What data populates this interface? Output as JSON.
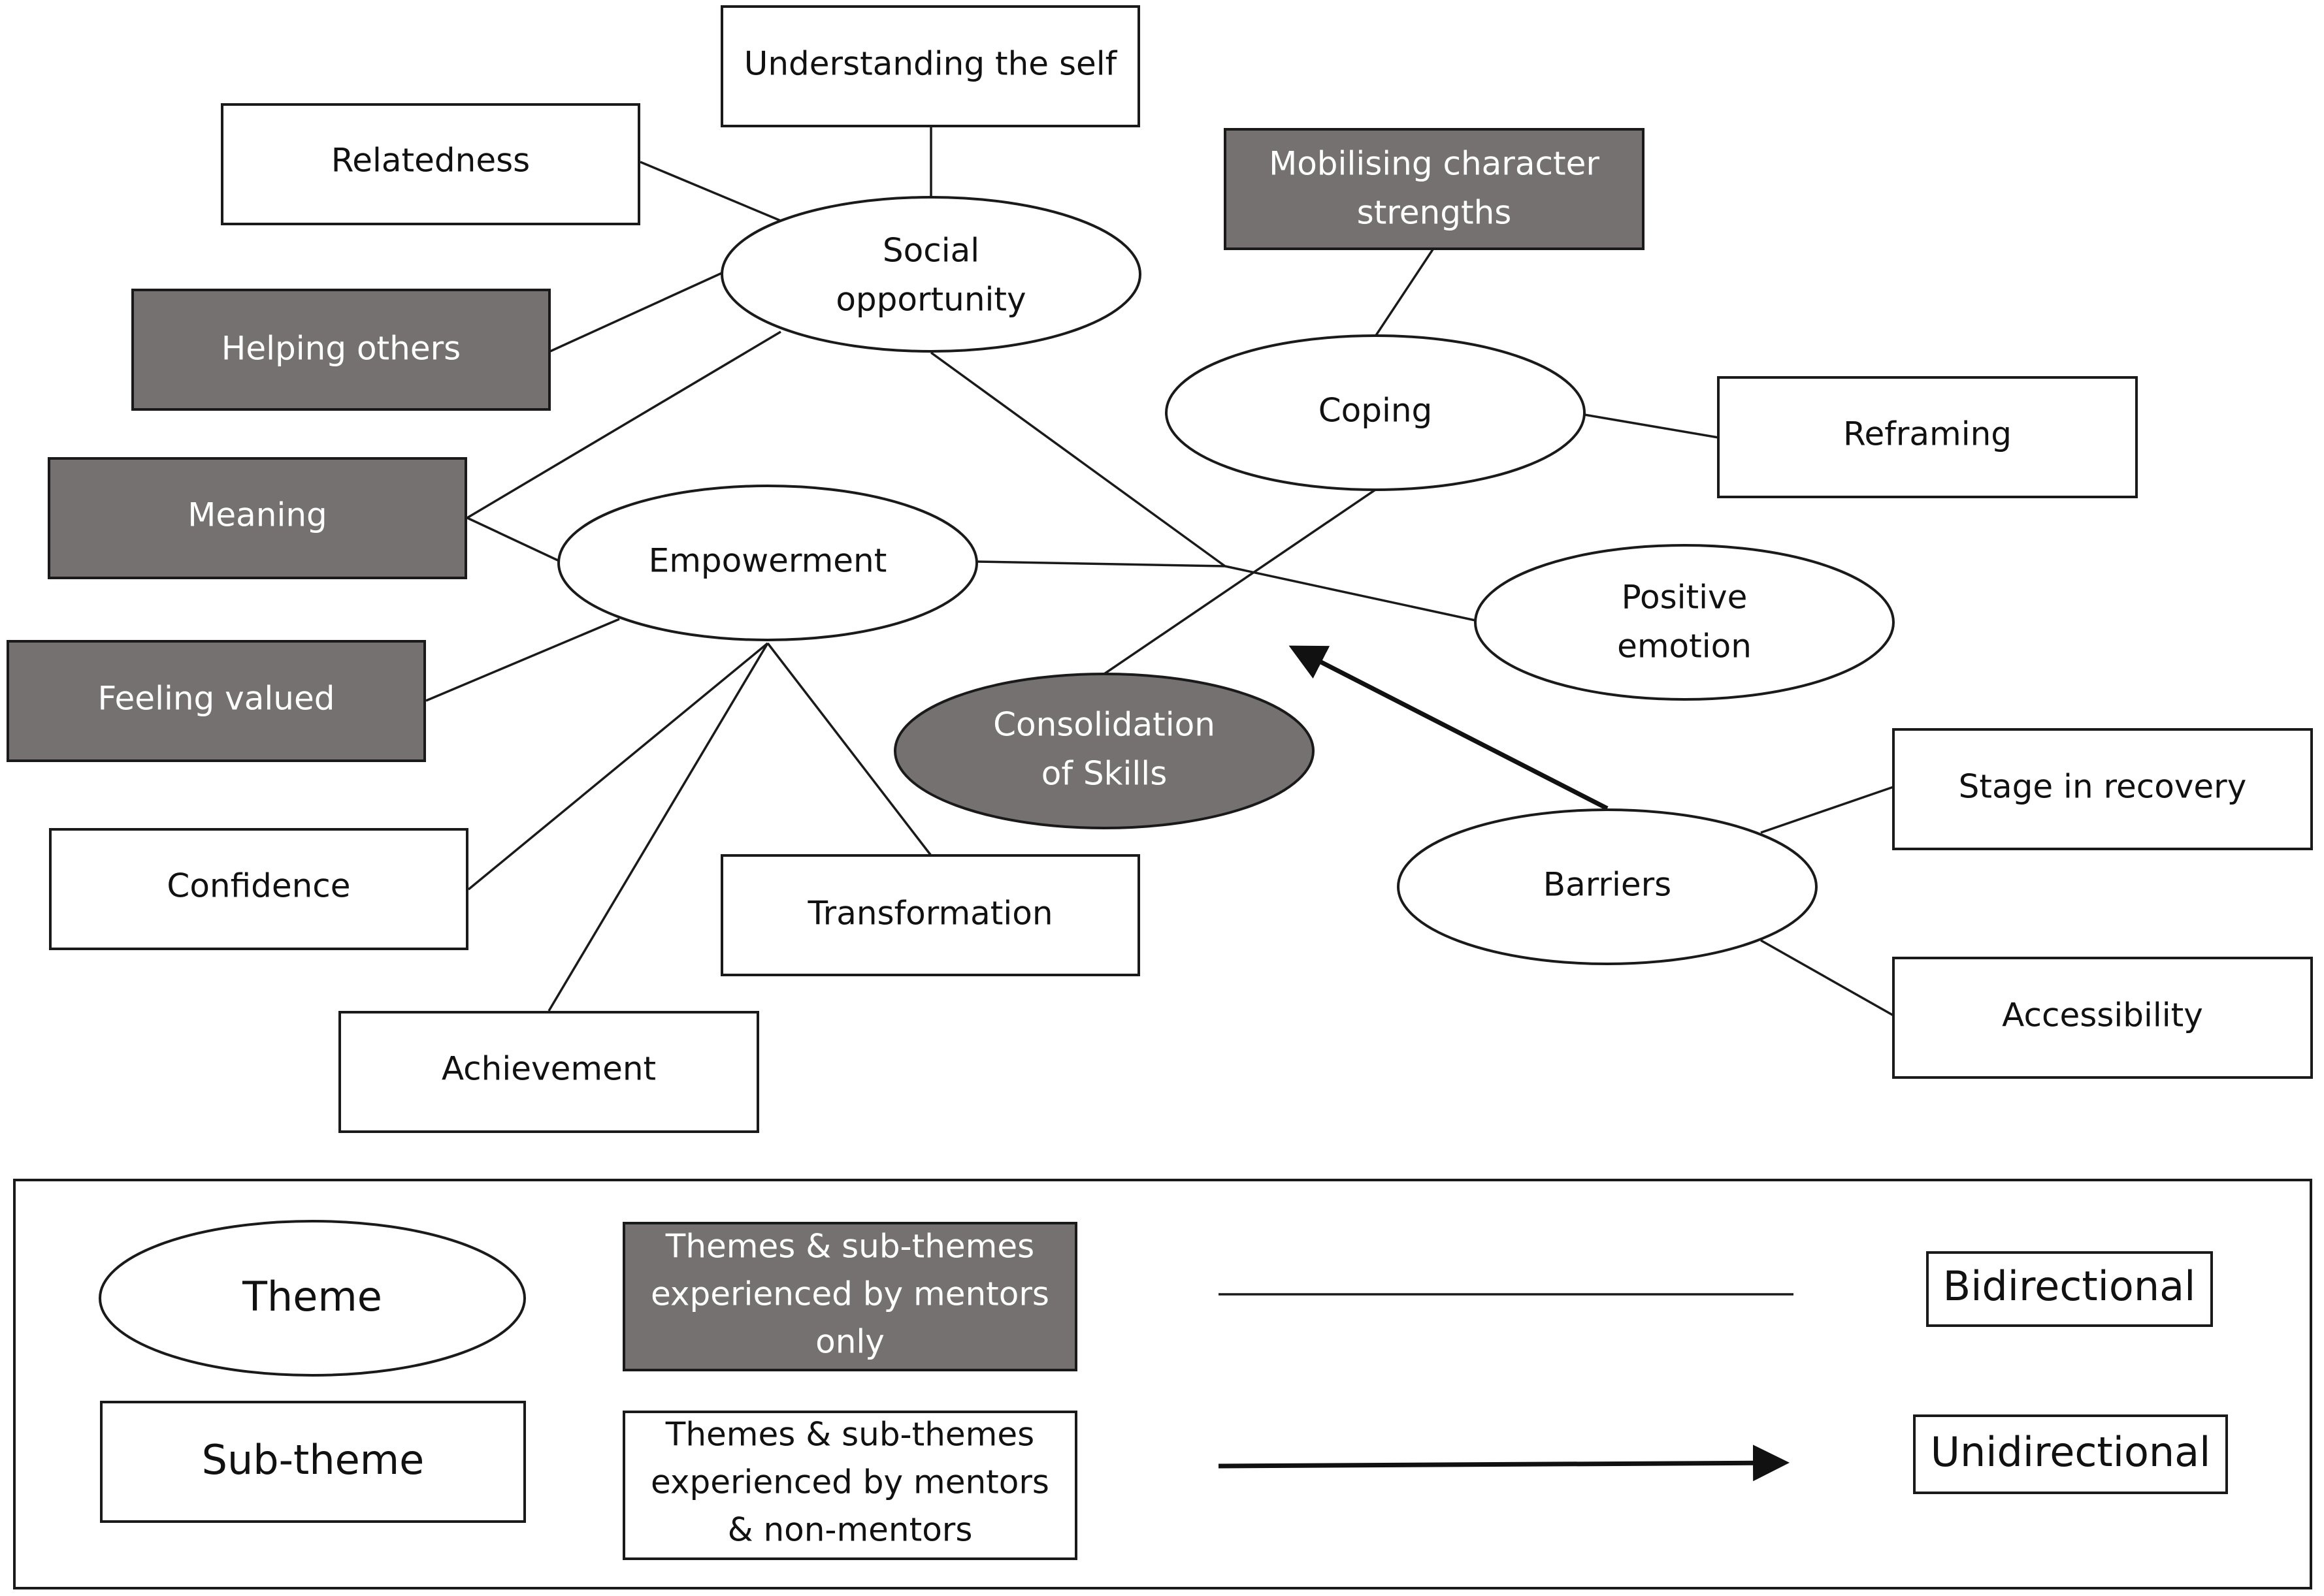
{
  "subthemes": {
    "understanding_the_self": "Understanding the self",
    "relatedness": "Relatedness",
    "helping_others": "Helping others",
    "meaning": "Meaning",
    "feeling_valued": "Feeling valued",
    "confidence": "Confidence",
    "achievement": "Achievement",
    "transformation": "Transformation",
    "mobilising_character_strengths": [
      "Mobilising character",
      "strengths"
    ],
    "reframing": "Reframing",
    "stage_in_recovery": "Stage in recovery",
    "accessibility": "Accessibility"
  },
  "themes": {
    "social_opportunity": [
      "Social",
      "opportunity"
    ],
    "empowerment": "Empowerment",
    "coping": "Coping",
    "positive_emotion": [
      "Positive",
      "emotion"
    ],
    "consolidation_of_skills": [
      "Consolidation",
      "of Skills"
    ],
    "barriers": "Barriers"
  },
  "legend": {
    "theme": "Theme",
    "sub_theme": "Sub-theme",
    "mentors_only": [
      "Themes & sub-themes",
      "experienced by mentors",
      "only"
    ],
    "mentors_and_non_mentors": [
      "Themes & sub-themes",
      "experienced by mentors",
      "& non-mentors"
    ],
    "bidirectional": "Bidirectional",
    "unidirectional": "Unidirectional"
  },
  "colors": {
    "mentors_only_fill": "#767171",
    "default_fill": "#ffffff",
    "outline": "#1a1a1a"
  }
}
